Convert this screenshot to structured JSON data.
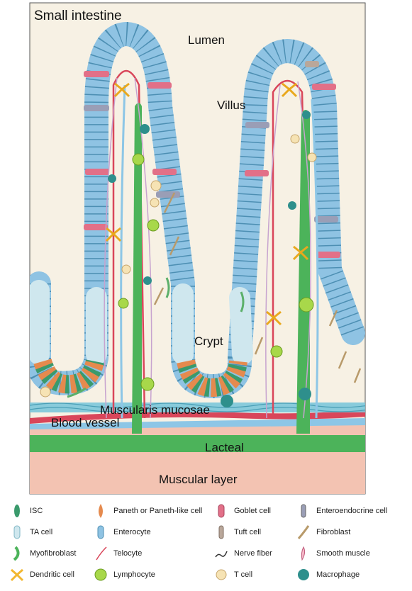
{
  "figure": {
    "title": "Small intestine",
    "labels": {
      "lumen": "Lumen",
      "villus": "Villus",
      "crypt": "Crypt",
      "muscularis_mucosae": "Muscularis mucosae",
      "blood_vessel": "Blood vessel",
      "lacteal": "Lacteal",
      "muscular_layer": "Muscular layer"
    }
  },
  "colors": {
    "frame_bg": "#f7f1e4",
    "enterocyte": "#8fc3e3",
    "ta_cell": "#cfe7ee",
    "isc": "#3a9a6c",
    "paneth": "#e58a4e",
    "goblet": "#e27088",
    "enteroendocrine": "#9a9eb6",
    "tuft": "#b9a79a",
    "blood": "#d9465a",
    "lymph": "#8dc6e6",
    "lacteal": "#4cb35a",
    "muscle": "#f3c3b2",
    "mucosae": "#7bc7d9",
    "fibroblast": "#b89a6a",
    "dendritic": "#f2b730",
    "lymphocyte": "#a8d84a",
    "macrophage": "#2e8f8c"
  },
  "legend": [
    {
      "icon": "isc-icon",
      "label": "ISC"
    },
    {
      "icon": "paneth-cell-icon",
      "label": "Paneth or Paneth-like cell"
    },
    {
      "icon": "goblet-cell-icon",
      "label": "Goblet cell"
    },
    {
      "icon": "enteroendocrine-cell-icon",
      "label": "Enteroendocrine cell"
    },
    {
      "icon": "ta-cell-icon",
      "label": "TA cell"
    },
    {
      "icon": "enterocyte-icon",
      "label": "Enterocyte"
    },
    {
      "icon": "tuft-cell-icon",
      "label": "Tuft cell"
    },
    {
      "icon": "fibroblast-icon",
      "label": "Fibroblast"
    },
    {
      "icon": "myofibroblast-icon",
      "label": "Myofibroblast"
    },
    {
      "icon": "telocyte-icon",
      "label": "Telocyte"
    },
    {
      "icon": "nerve-fiber-icon",
      "label": "Nerve fiber"
    },
    {
      "icon": "smooth-muscle-icon",
      "label": "Smooth muscle"
    },
    {
      "icon": "dendritic-cell-icon",
      "label": "Dendritic cell"
    },
    {
      "icon": "lymphocyte-icon",
      "label": "Lymphocyte"
    },
    {
      "icon": "t-cell-icon",
      "label": "T cell"
    },
    {
      "icon": "macrophage-icon",
      "label": "Macrophage"
    }
  ]
}
